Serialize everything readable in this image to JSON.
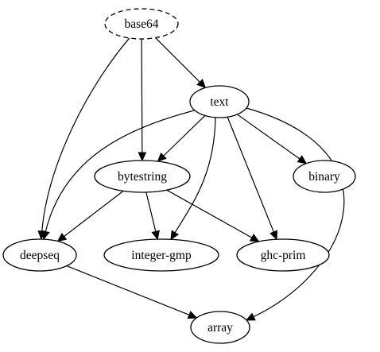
{
  "graph": {
    "nodes": [
      {
        "id": "base64",
        "label": "base64",
        "style": "dashed"
      },
      {
        "id": "text",
        "label": "text",
        "style": "solid"
      },
      {
        "id": "bytestring",
        "label": "bytestring",
        "style": "solid"
      },
      {
        "id": "binary",
        "label": "binary",
        "style": "solid"
      },
      {
        "id": "deepseq",
        "label": "deepseq",
        "style": "solid"
      },
      {
        "id": "integer-gmp",
        "label": "integer-gmp",
        "style": "solid"
      },
      {
        "id": "ghc-prim",
        "label": "ghc-prim",
        "style": "solid"
      },
      {
        "id": "array",
        "label": "array",
        "style": "solid"
      }
    ],
    "edges": [
      {
        "from": "base64",
        "to": "text"
      },
      {
        "from": "base64",
        "to": "bytestring"
      },
      {
        "from": "base64",
        "to": "deepseq"
      },
      {
        "from": "text",
        "to": "bytestring"
      },
      {
        "from": "text",
        "to": "binary"
      },
      {
        "from": "text",
        "to": "deepseq"
      },
      {
        "from": "text",
        "to": "integer-gmp"
      },
      {
        "from": "text",
        "to": "ghc-prim"
      },
      {
        "from": "text",
        "to": "array"
      },
      {
        "from": "bytestring",
        "to": "deepseq"
      },
      {
        "from": "bytestring",
        "to": "integer-gmp"
      },
      {
        "from": "bytestring",
        "to": "ghc-prim"
      },
      {
        "from": "deepseq",
        "to": "array"
      }
    ]
  }
}
